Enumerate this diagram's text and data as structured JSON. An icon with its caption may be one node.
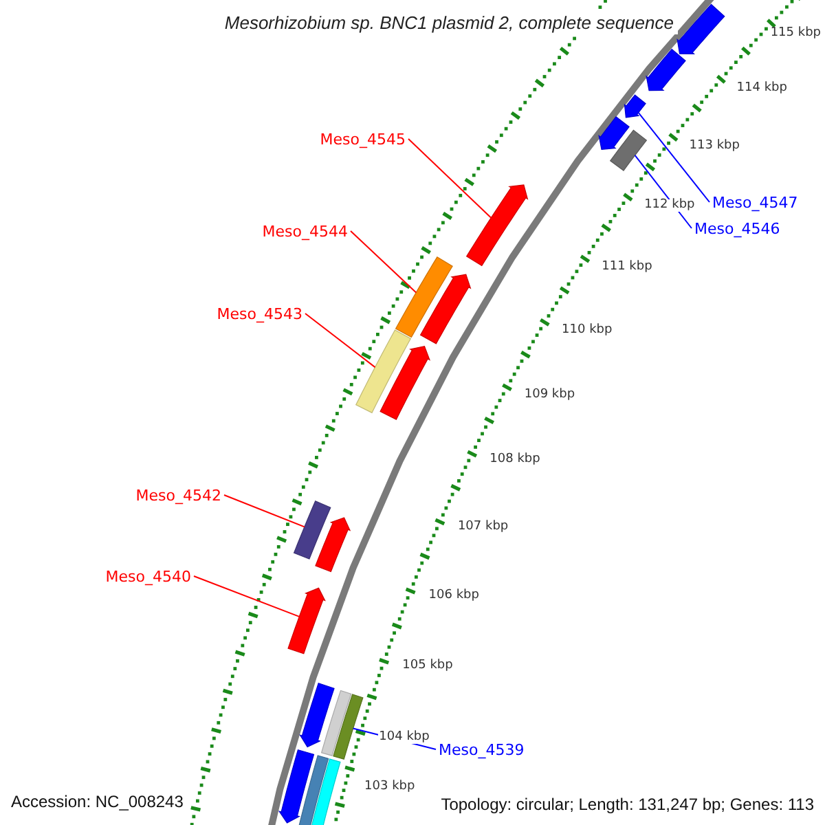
{
  "diagram": {
    "title": "Mesorhizobium sp. BNC1 plasmid 2, complete sequence",
    "nodes": [
      {
        "text": [
          "Meso_4545"
        ]
      },
      {
        "text": [],
        "shape": "arrow"
      },
      {
        "text": [],
        "shape": "arrow"
      },
      {
        "text": [],
        "shape": "box"
      },
      {
        "text": [
          "Meso_4547"
        ]
      },
      {
        "text": [
          "Meso_4546"
        ]
      },
      {
        "text": [
          "Meso_4544"
        ]
      },
      {
        "text": [],
        "shape": "box"
      },
      {
        "text": [
          "Meso_4543"
        ]
      },
      {
        "text": [],
        "shape": "box"
      },
      {
        "text": [
          "Meso_4542"
        ]
      },
      {
        "text": [],
        "shape": "box"
      },
      {
        "text": [
          "Meso_4540"
        ]
      },
      {
        "text": [],
        "shape": "arrow"
      },
      {
        "text": [
          "Meso_4539"
        ]
      },
      {
        "text": [],
        "shape": "box"
      }
    ],
    "edges": [
      {
        "from": 0,
        "to": 1,
        "arrow": "none"
      },
      {
        "from": 4,
        "to": 2,
        "arrow": "none",
        "color": "#0000ff"
      },
      {
        "from": 5,
        "to": 3,
        "arrow": "none",
        "color": "#0000ff"
      },
      {
        "from": 6,
        "to": 7,
        "arrow": "none"
      },
      {
        "from": 8,
        "to": 9,
        "arrow": "none"
      },
      {
        "from": 10,
        "to": 11,
        "arrow": "none"
      },
      {
        "from": 12,
        "to": 13,
        "arrow": "none"
      },
      {
        "from": 14,
        "to": 15,
        "arrow": "none",
        "color": "#0000ff"
      }
    ],
    "labels": [
      "115 kbp",
      "114 kbp",
      "113 kbp",
      "112 kbp",
      "111 kbp",
      "110 kbp",
      "109 kbp",
      "108 kbp",
      "107 kbp",
      "106 kbp",
      "105 kbp",
      "104 kbp",
      "103 kbp",
      "Accession: NC_008243",
      "Topology: circular; Length: 131,247 bp; Genes: 113"
    ]
  }
}
